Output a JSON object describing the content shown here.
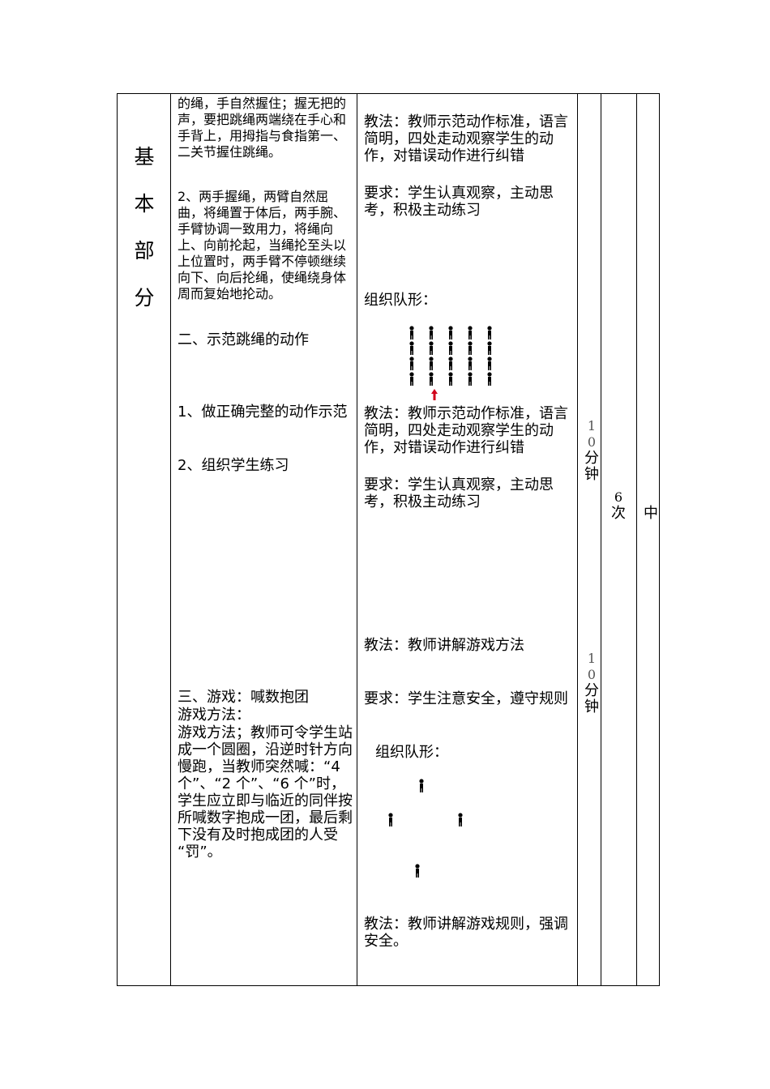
{
  "section": {
    "chars": [
      "基",
      "本",
      "部",
      "分"
    ]
  },
  "content": {
    "p1": "的绳，手自然握住；握无把的声，要把跳绳两端绕在手心和手背上，用拇指与食指第一、二关节握住跳绳。",
    "p2": "2、两手握绳，两臂自然屈曲，将绳置于体后，两手腕、手臂协调一致用力，将绳向上、向前抡起，当绳抡至头以上位置时，两手臂不停顿继续向下、向后抡绳，使绳绕身体周而复始地抡动。",
    "p3": "二、示范跳绳的动作",
    "p4": "1、做正确完整的动作示范",
    "p5": "2、组织学生练习",
    "p6_title": "三、游戏：喊数抱团",
    "p6_sub": "游戏方法：",
    "p6_body": "游戏方法；教师可令学生站成一个圆圈，沿逆时针方向慢跑，当教师突然喊：“4 个”、“2 个”、“6 个”时，学生应立即与临近的同伴按所喊数字抱成一团，最后剩下没有及时抱成团的人受 “罚”。"
  },
  "method": {
    "m1": "教法：教师示范动作标准，语言简明，四处走动观察学生的动作，对错误动作进行纠错",
    "r1": "要求：学生认真观察，主动思考，积极主动练习",
    "org1": "组织队形：",
    "m2": "教法：教师示范动作标准，语言简明，四处走动观察学生的动作，对错误动作进行纠错",
    "r2": "要求：学生认真观察，主动思考，积极主动练习",
    "m3": "教法：教师讲解游戏方法",
    "r3": "要求：学生注意安全，遵守规则",
    "org2": "组织队形：",
    "m4": "教法：教师讲解游戏规则，强调安全。"
  },
  "time": {
    "t1_digits": [
      "1",
      "0"
    ],
    "t1_unit": [
      "分",
      "钟"
    ],
    "t2_digits": [
      "1",
      "0"
    ],
    "t2_unit": [
      "分",
      "钟"
    ]
  },
  "count": {
    "num": "6",
    "unit": "次"
  },
  "intensity": "中",
  "colors": {
    "student": "#000000",
    "teacher": "#d0021b"
  }
}
